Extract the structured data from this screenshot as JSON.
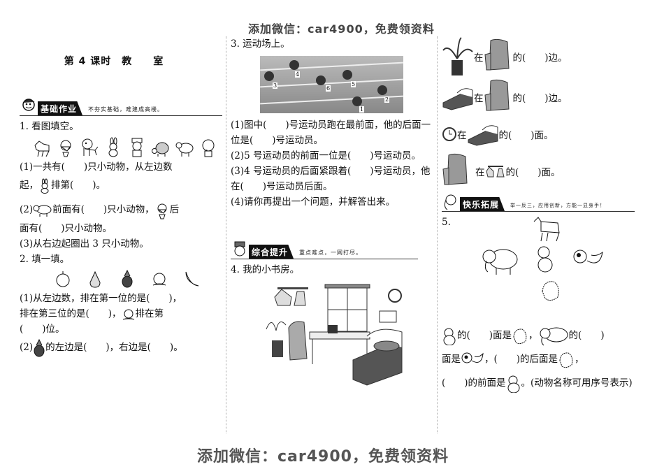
{
  "watermark": {
    "top": "添加微信：car4900，免费领资料",
    "bottom": "添加微信：car4900，免费领资料"
  },
  "lesson": {
    "title": "第 4 课时　教　　室"
  },
  "sections": {
    "basic": {
      "tag": "基础作业",
      "motto": "不夯实基础，难建成高楼。"
    },
    "comprehensive": {
      "tag": "综合提升",
      "motto": "重点难点，一网打尽。"
    },
    "extension": {
      "tag": "快乐拓展",
      "motto": "举一反三，应用创新，方能一显身手！"
    }
  },
  "q1": {
    "title": "1. 看图填空。",
    "animals": [
      "horse-icon",
      "duck-icon",
      "dog-icon",
      "rabbit-icon",
      "monkey-icon",
      "turtle-icon",
      "sheep-icon",
      "elephant-icon"
    ],
    "p1a": "(1)一共有(　　)只小动物，从左边数",
    "p1b_pre": "起，",
    "p1b_post": "排第(　　)。",
    "p2_pre": "(2)",
    "p2_mid": "前面有(　　)只小动物，",
    "p2_post": "后",
    "p2b": "面有(　　)只小动物。",
    "p3": "(3)从右边起圈出 3 只小动物。"
  },
  "q2": {
    "title": "2. 填一填。",
    "fruits": [
      "apple-icon",
      "pear-icon",
      "pineapple-icon",
      "peach-icon",
      "banana-icon"
    ],
    "p1a": "(1)从左边数，排在第一位的是(　　)，",
    "p1b_pre": "排在第三位的是(　　)，",
    "p1b_post": "排在第",
    "p1c": "(　　)位。",
    "p2_pre": "(2)",
    "p2_post": "的左边是(　　)，右边是(　　)。"
  },
  "q3": {
    "title": "3. 运动场上。",
    "runners": [
      "4",
      "3",
      "6",
      "5",
      "2",
      "1"
    ],
    "p1": "(1)图中(　　)号运动员跑在最前面，他的后面一位是(　　)号运动员。",
    "p2": "(2)5 号运动员的前面一位是(　　)号运动员。",
    "p3": "(3)4 号运动员的后面紧跟着(　　)号运动员，他在(　　)号运动员后面。",
    "p4": "(4)请你再提出一个问题，并解答出来。"
  },
  "q4": {
    "title": "4. 我的小书房。",
    "rows": [
      {
        "a": "plant-icon",
        "mid": "在",
        "b": "armchair-icon",
        "tail": "的(　　)边。"
      },
      {
        "a": "bed-icon",
        "mid": "在",
        "b": "armchair-icon",
        "tail": "的(　　)边。"
      },
      {
        "a": "clock-icon",
        "mid": "在",
        "b": "bed-icon",
        "tail": "的(　　)面。"
      },
      {
        "a": "armchair-icon",
        "mid": "在",
        "b": "coat-rack-icon",
        "tail": "的(　　)面。"
      }
    ]
  },
  "q5": {
    "title": "5.",
    "t1": "的(　　)面是",
    "t2": "，",
    "t3": "的(　　)",
    "t4": "面是",
    "t5": "，(　　)的后面是",
    "t6": "，",
    "t7": "(　　)的前面是",
    "t8": "。(动物名称可用序号表示)"
  }
}
